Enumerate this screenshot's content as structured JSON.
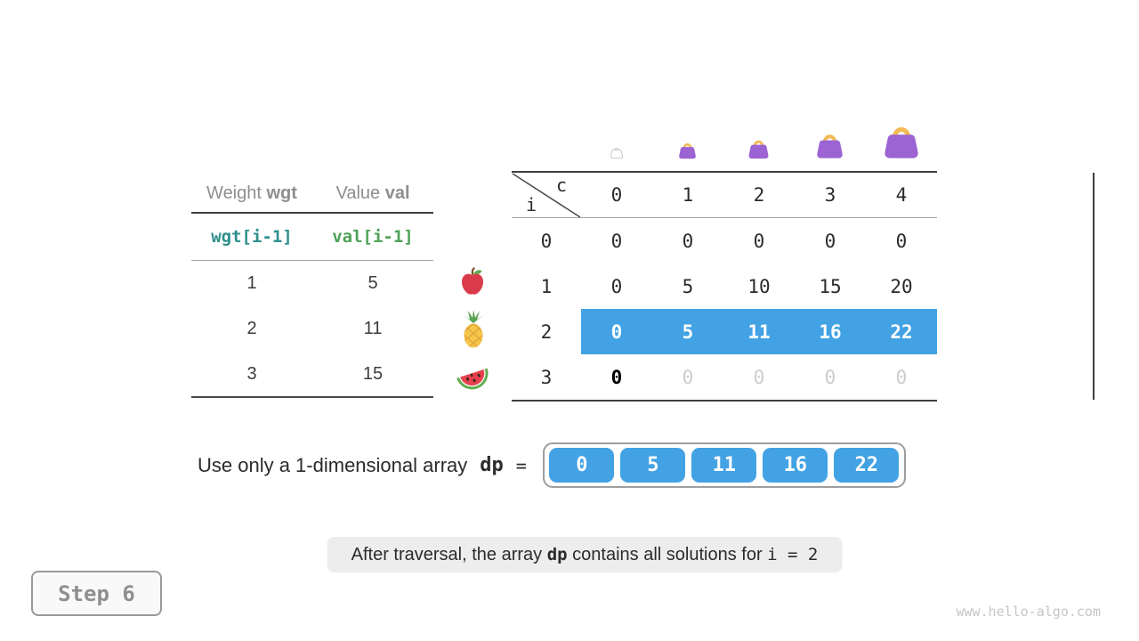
{
  "items_table": {
    "headers": [
      {
        "prefix": "Weight ",
        "code": "wgt"
      },
      {
        "prefix": "Value ",
        "code": "val"
      }
    ],
    "index_row": [
      "wgt[i-1]",
      "val[i-1]"
    ],
    "rows": [
      [
        "1",
        "5"
      ],
      [
        "2",
        "11"
      ],
      [
        "3",
        "15"
      ]
    ]
  },
  "fruits": [
    "apple",
    "pineapple",
    "watermelon"
  ],
  "dp_table": {
    "corner": {
      "col_var": "c",
      "row_var": "i"
    },
    "col_headers": [
      "0",
      "1",
      "2",
      "3",
      "4"
    ],
    "row_headers": [
      "0",
      "1",
      "2",
      "3"
    ],
    "rows": [
      {
        "cells": [
          "0",
          "0",
          "0",
          "0",
          "0"
        ],
        "highlight": false
      },
      {
        "cells": [
          "0",
          "5",
          "10",
          "15",
          "20"
        ],
        "highlight": false
      },
      {
        "cells": [
          "0",
          "5",
          "11",
          "16",
          "22"
        ],
        "highlight": true
      },
      {
        "cells": [
          "0",
          "0",
          "0",
          "0",
          "0"
        ],
        "highlight": false
      }
    ]
  },
  "dp_array": {
    "label_prefix": "Use only a 1-dimensional array",
    "label_var": "dp",
    "equals": "=",
    "values": [
      "0",
      "5",
      "11",
      "16",
      "22"
    ]
  },
  "caption": {
    "part1": "After traversal, the array ",
    "code1": "dp",
    "part2": " contains all solutions for ",
    "code2": "i = 2"
  },
  "step_badge": {
    "label": "Step 6"
  },
  "footer": {
    "url": "www.hello-algo.com"
  },
  "colors": {
    "highlight_blue": "#42a2e4",
    "teal_code": "#2e908c",
    "green_code": "#4ea257",
    "bag_purple": "#9c63d3",
    "bag_handle_gold": "#f2ba55"
  }
}
